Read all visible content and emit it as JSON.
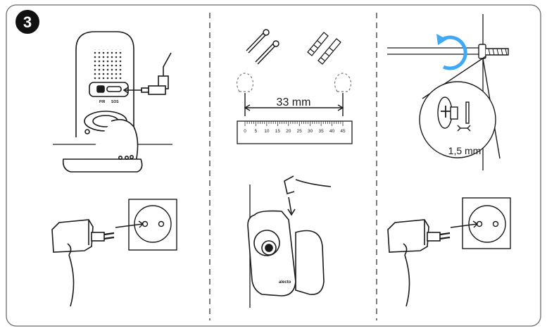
{
  "step": {
    "number": "3"
  },
  "mounting": {
    "spacing_label": "33 mm",
    "ruler_ticks": [
      "0",
      "5",
      "10",
      "15",
      "20",
      "25",
      "30",
      "35",
      "40",
      "45"
    ],
    "screw_gap_label": "1,5 mm"
  },
  "camera": {
    "port_labels": [
      "PIR",
      "SOS"
    ],
    "brand_mark": "alecto"
  },
  "colors": {
    "stroke": "#1a1a1a",
    "rotate_arrow": "#3fa9f5",
    "panel_border": "#6b6b6b",
    "badge": "#111111"
  }
}
